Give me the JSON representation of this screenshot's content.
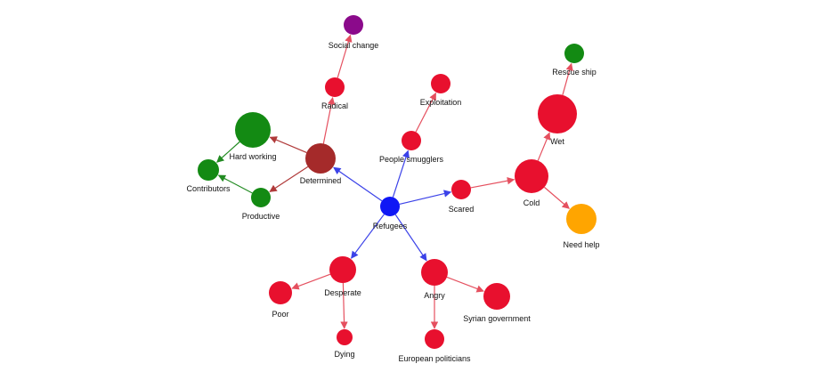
{
  "colors": {
    "red": "#e8102e",
    "blue": "#0f17f5",
    "green": "#138a13",
    "brown": "#a52a2a",
    "purple": "#8b0a8b",
    "orange": "#ffa500",
    "edge_blue": "#3b42e8",
    "edge_red": "#e5505f",
    "edge_green": "#228b22",
    "edge_brown": "#b03a3a"
  },
  "nodes": [
    {
      "id": "refugees",
      "label": "Refugees",
      "color": "blue"
    },
    {
      "id": "determined",
      "label": "Determined",
      "color": "brown"
    },
    {
      "id": "hard_working",
      "label": "Hard working",
      "color": "green"
    },
    {
      "id": "contributors",
      "label": "Contributors",
      "color": "green"
    },
    {
      "id": "productive",
      "label": "Productive",
      "color": "green"
    },
    {
      "id": "radical",
      "label": "Radical",
      "color": "red"
    },
    {
      "id": "social_change",
      "label": "Social change",
      "color": "purple"
    },
    {
      "id": "people_smugglers",
      "label": "People smugglers",
      "color": "red"
    },
    {
      "id": "exploitation",
      "label": "Exploitation",
      "color": "red"
    },
    {
      "id": "scared",
      "label": "Scared",
      "color": "red"
    },
    {
      "id": "cold",
      "label": "Cold",
      "color": "red"
    },
    {
      "id": "wet",
      "label": "Wet",
      "color": "red"
    },
    {
      "id": "rescue_ship",
      "label": "Rescue ship",
      "color": "green"
    },
    {
      "id": "need_help",
      "label": "Need help",
      "color": "orange"
    },
    {
      "id": "desperate",
      "label": "Desperate",
      "color": "red"
    },
    {
      "id": "poor",
      "label": "Poor",
      "color": "red"
    },
    {
      "id": "dying",
      "label": "Dying",
      "color": "red"
    },
    {
      "id": "angry",
      "label": "Angry",
      "color": "red"
    },
    {
      "id": "syrian_government",
      "label": "Syrian government",
      "color": "red"
    },
    {
      "id": "european_politicians",
      "label": "European politicians",
      "color": "red"
    }
  ],
  "edges": [
    {
      "from": "refugees",
      "to": "determined",
      "color": "edge_blue"
    },
    {
      "from": "refugees",
      "to": "people_smugglers",
      "color": "edge_blue"
    },
    {
      "from": "refugees",
      "to": "scared",
      "color": "edge_blue"
    },
    {
      "from": "refugees",
      "to": "desperate",
      "color": "edge_blue"
    },
    {
      "from": "refugees",
      "to": "angry",
      "color": "edge_blue"
    },
    {
      "from": "determined",
      "to": "hard_working",
      "color": "edge_brown"
    },
    {
      "from": "determined",
      "to": "productive",
      "color": "edge_brown"
    },
    {
      "from": "determined",
      "to": "radical",
      "color": "edge_red"
    },
    {
      "from": "hard_working",
      "to": "contributors",
      "color": "edge_green"
    },
    {
      "from": "productive",
      "to": "contributors",
      "color": "edge_green"
    },
    {
      "from": "radical",
      "to": "social_change",
      "color": "edge_red"
    },
    {
      "from": "people_smugglers",
      "to": "exploitation",
      "color": "edge_red"
    },
    {
      "from": "scared",
      "to": "cold",
      "color": "edge_red"
    },
    {
      "from": "cold",
      "to": "wet",
      "color": "edge_red"
    },
    {
      "from": "cold",
      "to": "need_help",
      "color": "edge_red"
    },
    {
      "from": "wet",
      "to": "rescue_ship",
      "color": "edge_red"
    },
    {
      "from": "desperate",
      "to": "poor",
      "color": "edge_red"
    },
    {
      "from": "desperate",
      "to": "dying",
      "color": "edge_red"
    },
    {
      "from": "angry",
      "to": "syrian_government",
      "color": "edge_red"
    },
    {
      "from": "angry",
      "to": "european_politicians",
      "color": "edge_red"
    }
  ]
}
